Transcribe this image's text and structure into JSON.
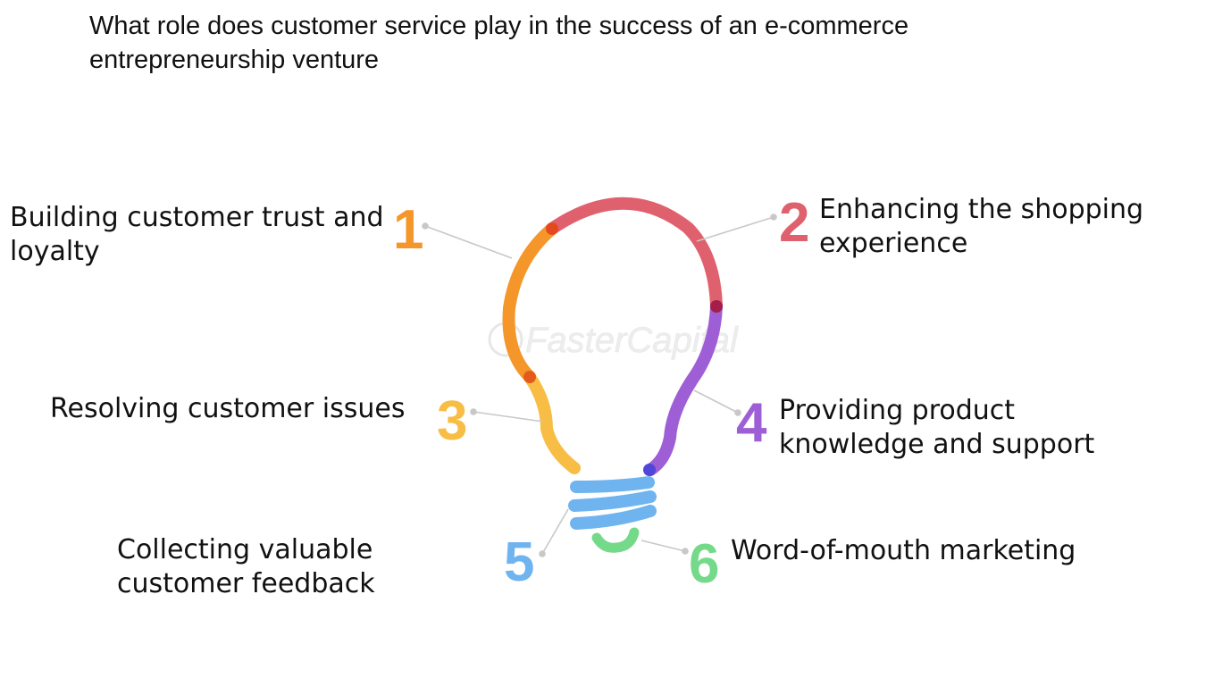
{
  "title": {
    "line1": "What role does customer service play in the success of an e-commerce",
    "line2": "entrepreneurship venture"
  },
  "watermark": "FasterCapital",
  "steps": [
    {
      "number": "1",
      "lines": [
        "Building customer trust and",
        "loyalty"
      ],
      "color": "#f5962a"
    },
    {
      "number": "2",
      "lines": [
        "Enhancing the shopping",
        "experience"
      ],
      "color": "#e0616e"
    },
    {
      "number": "3",
      "lines": [
        "Resolving customer issues"
      ],
      "color": "#f7bd45"
    },
    {
      "number": "4",
      "lines": [
        "Providing product",
        "knowledge and support"
      ],
      "color": "#9e5fd6"
    },
    {
      "number": "5",
      "lines": [
        "Collecting valuable",
        "customer feedback"
      ],
      "color": "#6fb4ee"
    },
    {
      "number": "6",
      "lines": [
        "Word-of-mouth marketing"
      ],
      "color": "#75d98a"
    }
  ],
  "icons": {
    "bulb": "lightbulb-icon",
    "connector": "leader-line"
  }
}
